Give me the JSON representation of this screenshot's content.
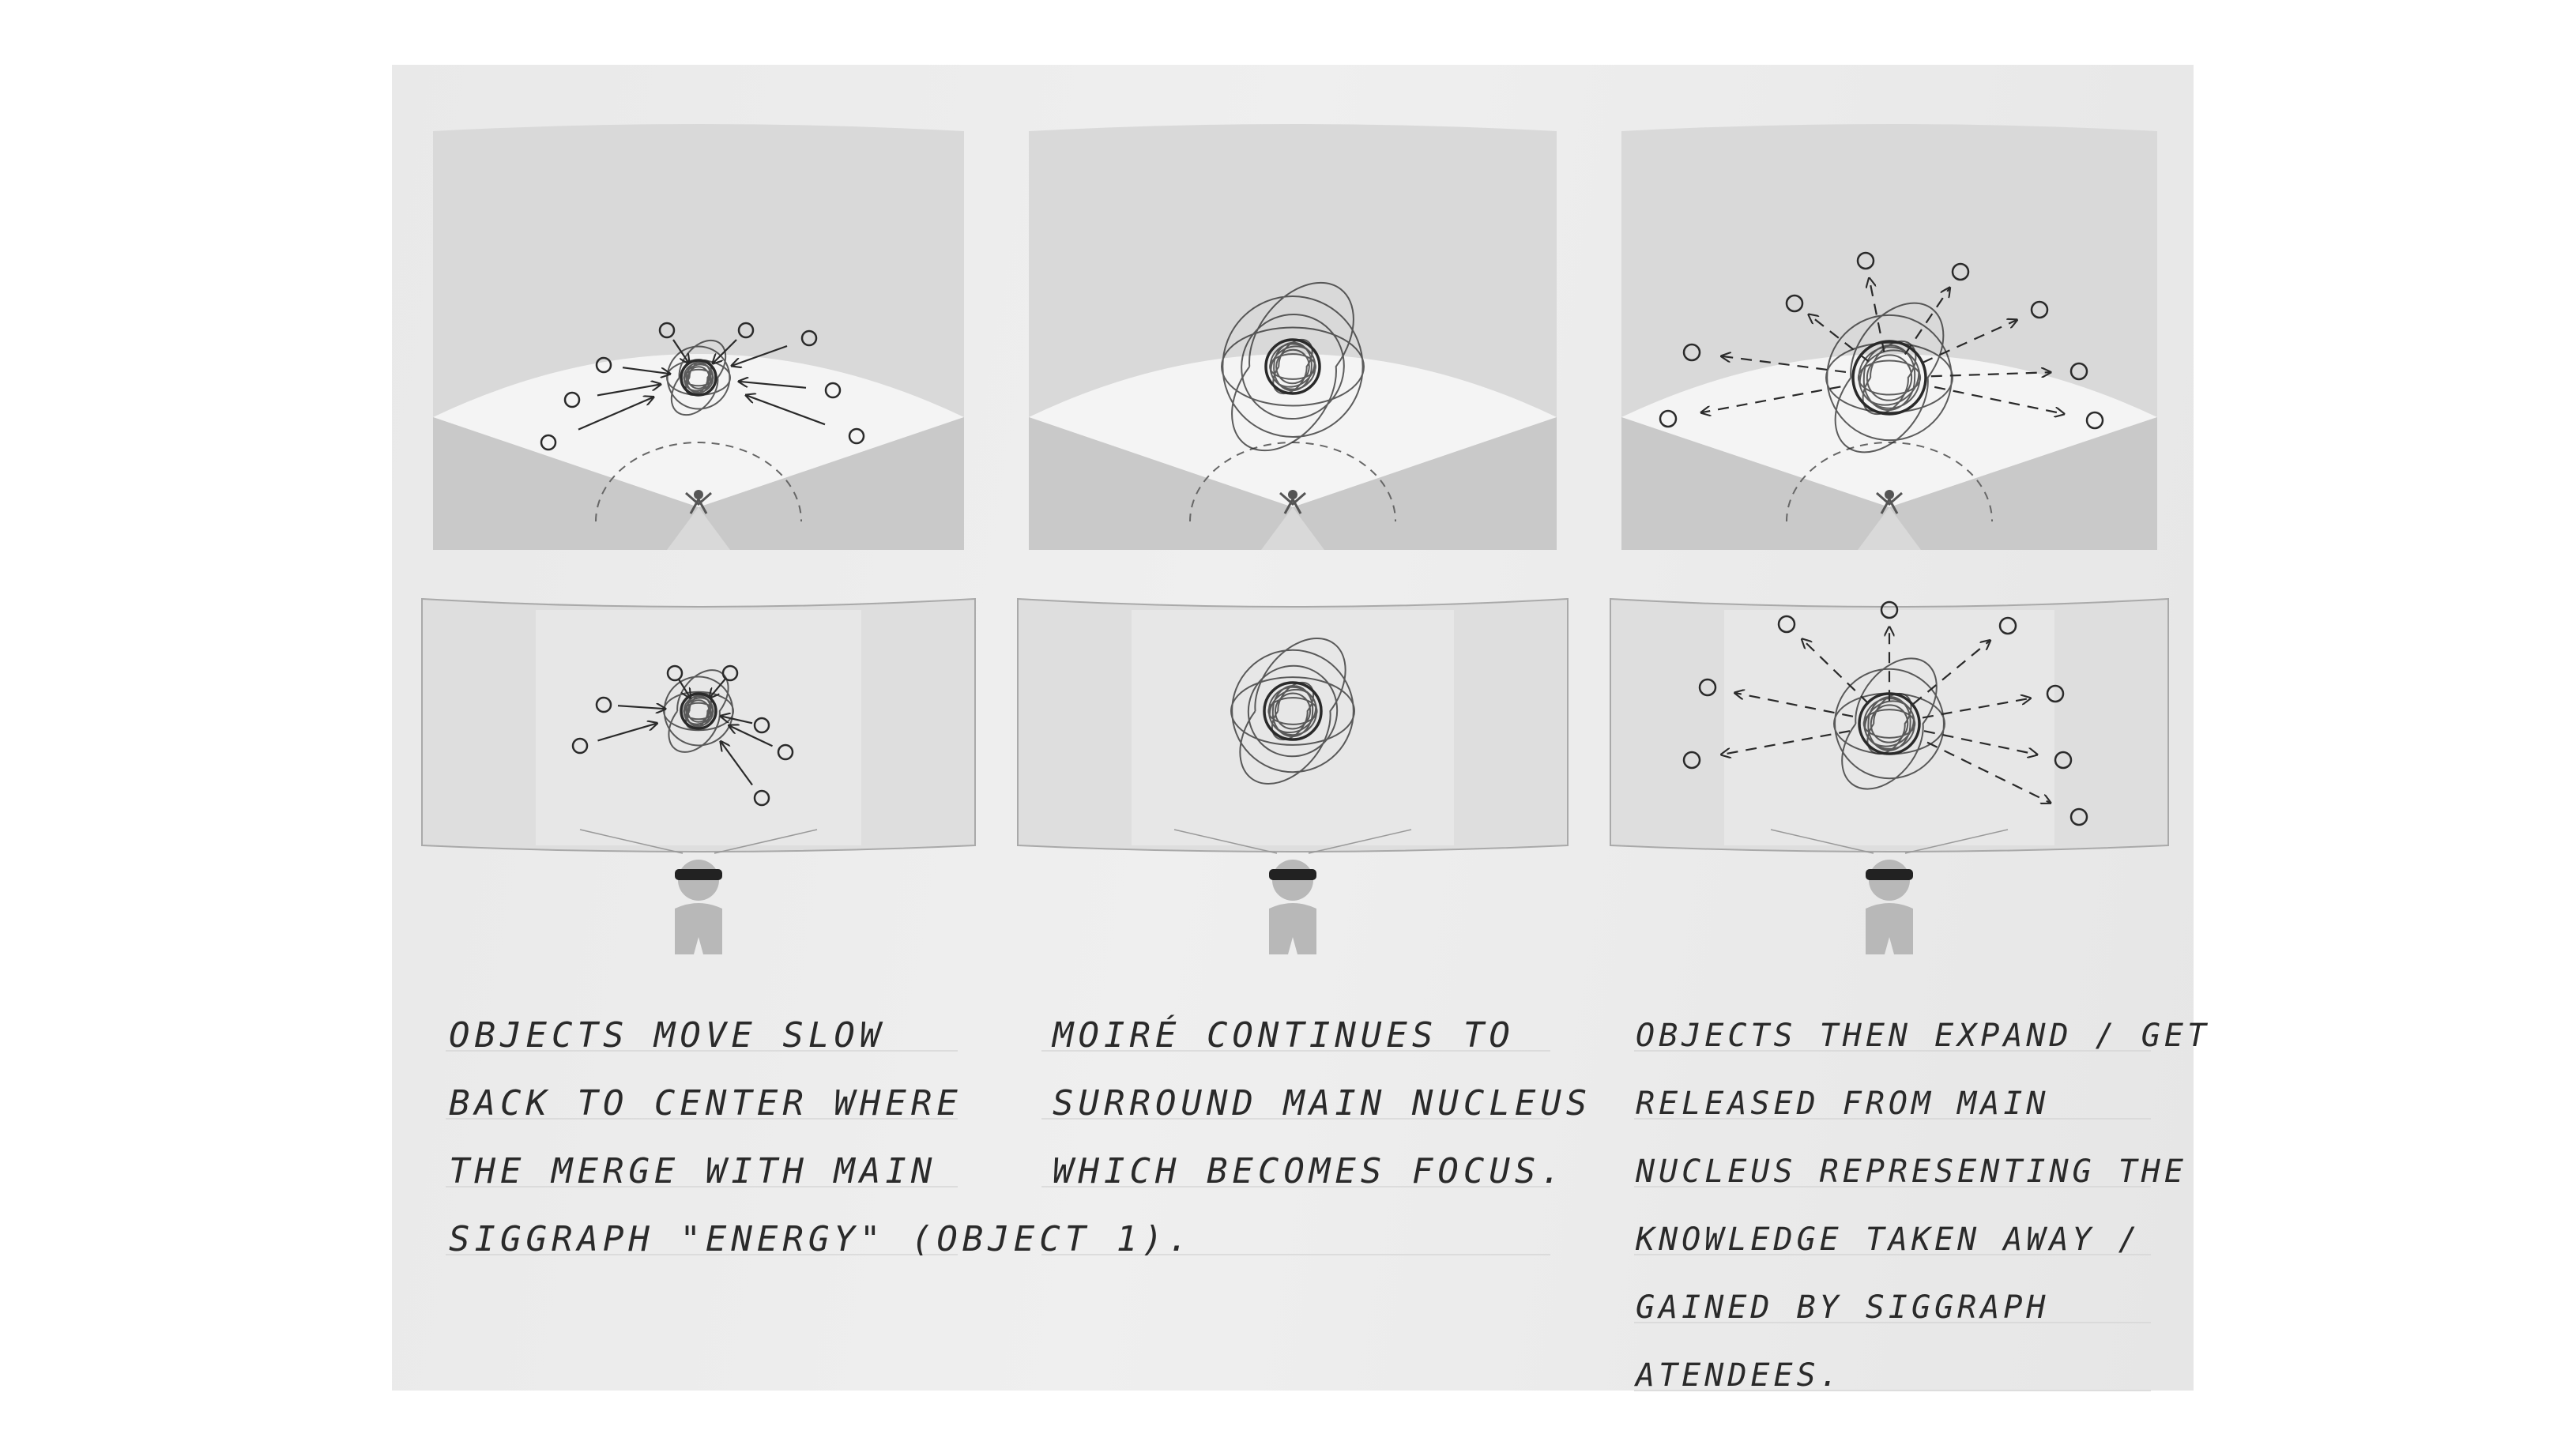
{
  "panels": [
    {
      "id": "merge",
      "stage": "converge",
      "caption": [
        "OBJECTS MOVE SLOW",
        "BACK TO CENTER WHERE",
        "THE MERGE WITH MAIN",
        "SIGGRAPH \"ENERGY\" (OBJECT 1)."
      ]
    },
    {
      "id": "moire",
      "stage": "focus",
      "caption": [
        "MOIRÉ CONTINUES TO",
        "SURROUND MAIN NUCLEUS",
        "WHICH BECOMES FOCUS."
      ]
    },
    {
      "id": "release",
      "stage": "expand",
      "caption": [
        "OBJECTS THEN EXPAND / GET",
        "RELEASED FROM MAIN",
        "NUCLEUS REPRESENTING THE",
        "KNOWLEDGE TAKEN AWAY /",
        "GAINED BY SIGGRAPH",
        "ATENDEES."
      ]
    }
  ],
  "colors": {
    "sheet": "#ececec",
    "dome": "#d9d9d9",
    "fan": "#f4f4f4",
    "floor": "#c4c4c4",
    "screen": "#dedede",
    "figure": "#b8b8b8",
    "ink": "#2a2a2a"
  }
}
